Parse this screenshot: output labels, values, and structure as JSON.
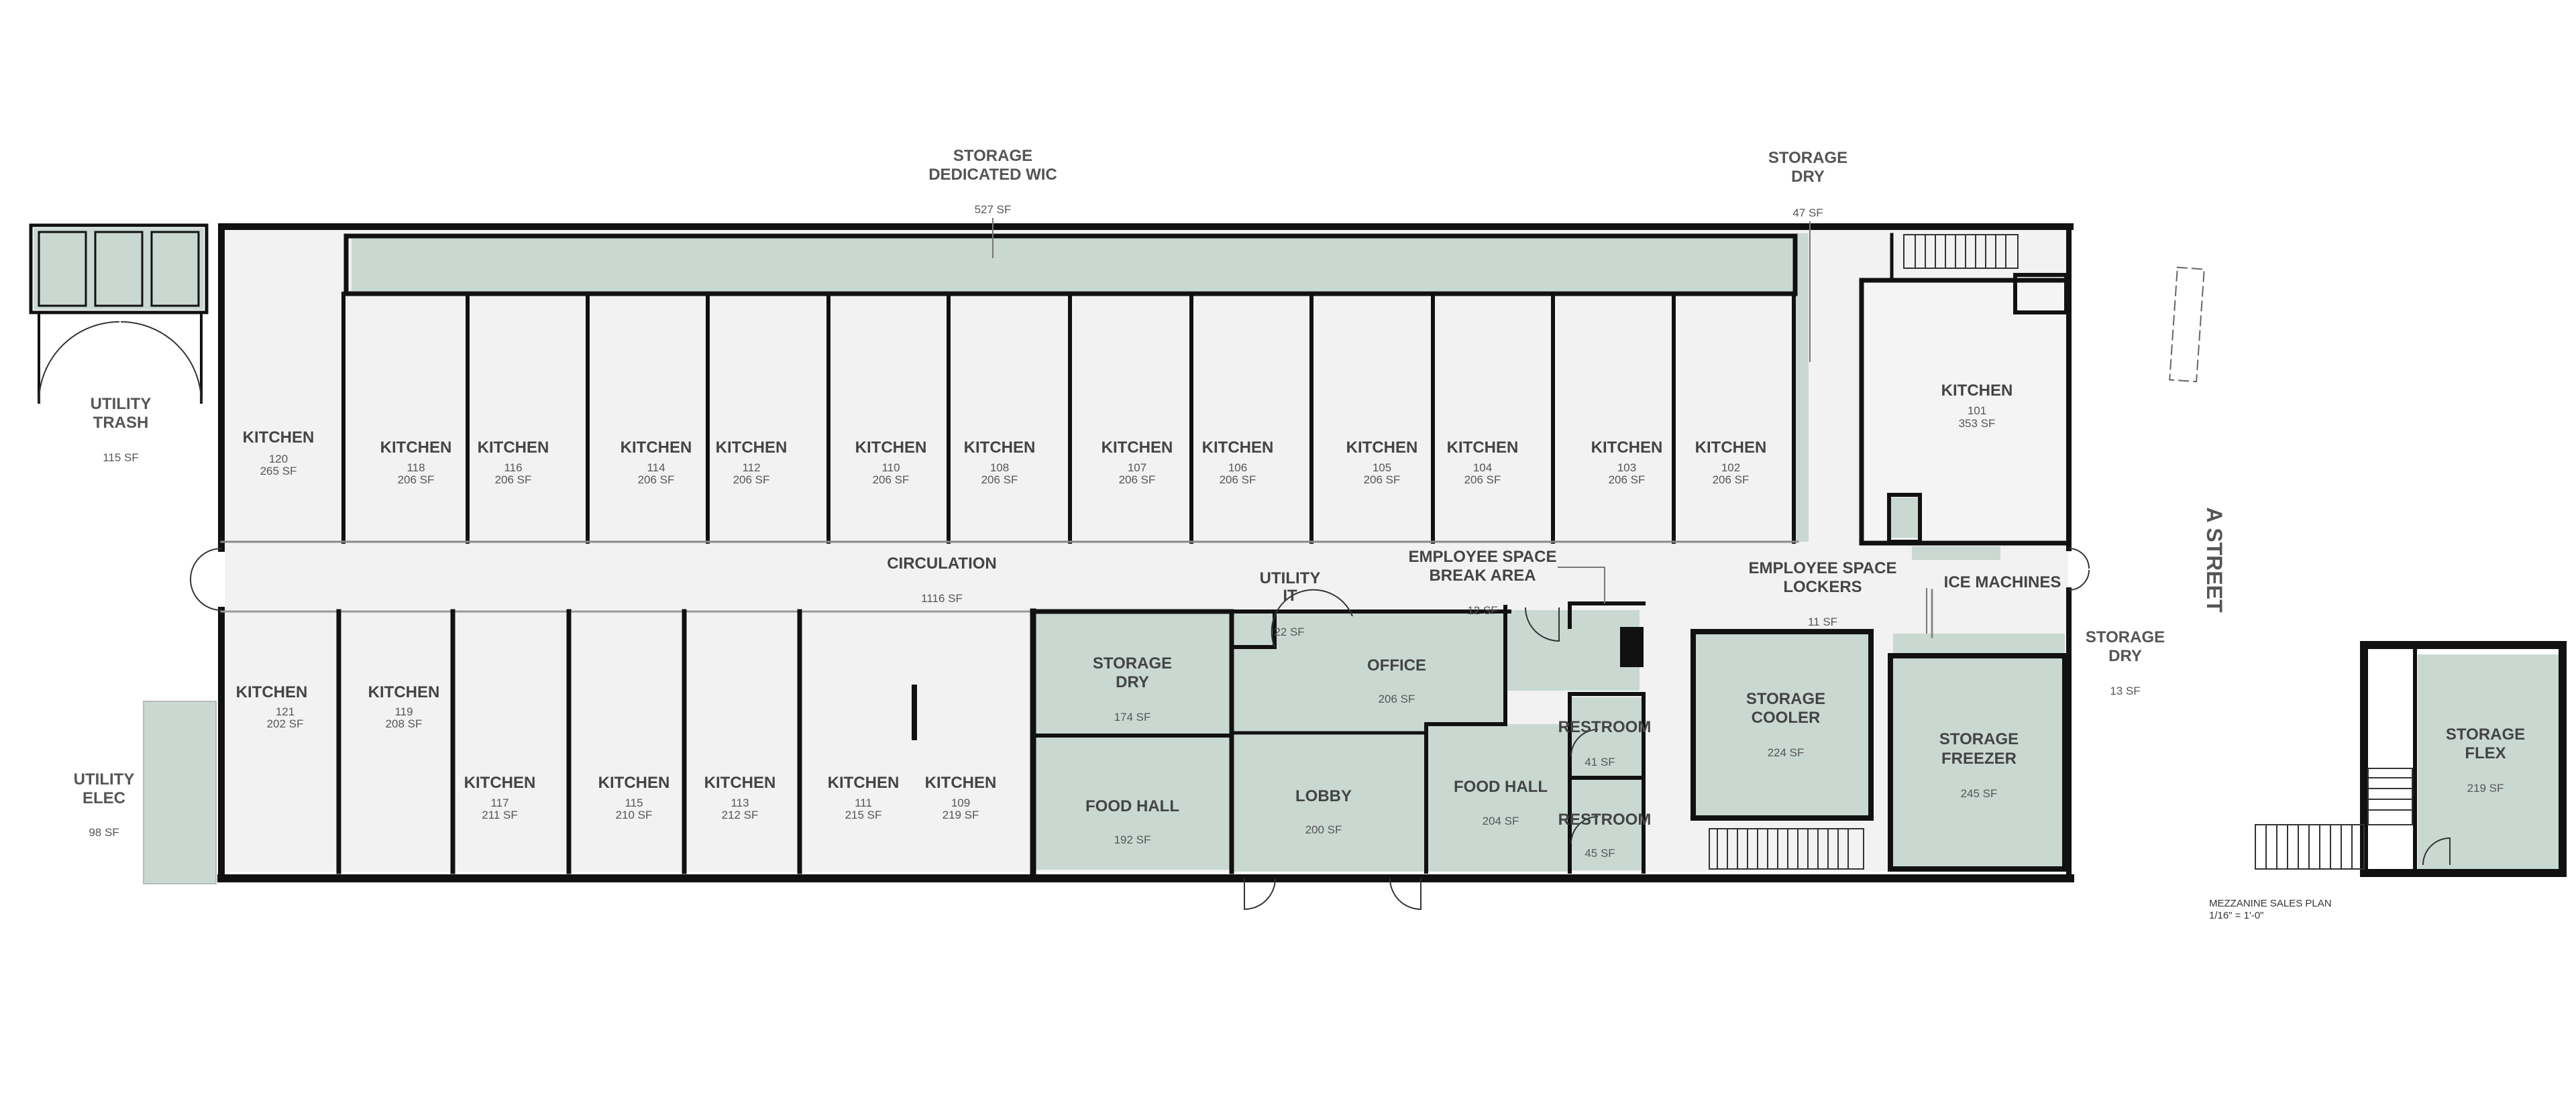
{
  "colors": {
    "wall": "#111111",
    "shaded": "#c9d9d2",
    "open": "#f1f2f1",
    "text": "#444444"
  },
  "street_label": "A STREET",
  "mezzanine": {
    "title": "MEZZANINE SALES PLAN",
    "scale": "1/16\" = 1'-0\""
  },
  "exterior": {
    "storage_wic": {
      "name": "STORAGE",
      "sub": "DEDICATED WIC",
      "area": "527 SF"
    },
    "storage_dry_top": {
      "name": "STORAGE",
      "sub": "DRY",
      "area": "47 SF"
    },
    "utility_trash": {
      "name": "UTILITY",
      "sub": "TRASH",
      "area": "115 SF"
    },
    "utility_elec": {
      "name": "UTILITY",
      "sub": "ELEC",
      "area": "98 SF"
    },
    "storage_dry_right": {
      "name": "STORAGE",
      "sub": "DRY",
      "area": "13 SF"
    }
  },
  "rooms": {
    "k120": {
      "name": "KITCHEN",
      "num": "120",
      "area": "265 SF"
    },
    "k118": {
      "name": "KITCHEN",
      "num": "118",
      "area": "206 SF"
    },
    "k116": {
      "name": "KITCHEN",
      "num": "116",
      "area": "206 SF"
    },
    "k114": {
      "name": "KITCHEN",
      "num": "114",
      "area": "206 SF"
    },
    "k112": {
      "name": "KITCHEN",
      "num": "112",
      "area": "206 SF"
    },
    "k110": {
      "name": "KITCHEN",
      "num": "110",
      "area": "206 SF"
    },
    "k108": {
      "name": "KITCHEN",
      "num": "108",
      "area": "206 SF"
    },
    "k107": {
      "name": "KITCHEN",
      "num": "107",
      "area": "206 SF"
    },
    "k106": {
      "name": "KITCHEN",
      "num": "106",
      "area": "206 SF"
    },
    "k105": {
      "name": "KITCHEN",
      "num": "105",
      "area": "206 SF"
    },
    "k104": {
      "name": "KITCHEN",
      "num": "104",
      "area": "206 SF"
    },
    "k103": {
      "name": "KITCHEN",
      "num": "103",
      "area": "206 SF"
    },
    "k102": {
      "name": "KITCHEN",
      "num": "102",
      "area": "206 SF"
    },
    "k101": {
      "name": "KITCHEN",
      "num": "101",
      "area": "353 SF"
    },
    "k121": {
      "name": "KITCHEN",
      "num": "121",
      "area": "202 SF"
    },
    "k119": {
      "name": "KITCHEN",
      "num": "119",
      "area": "208 SF"
    },
    "k117": {
      "name": "KITCHEN",
      "num": "117",
      "area": "211 SF"
    },
    "k115": {
      "name": "KITCHEN",
      "num": "115",
      "area": "210 SF"
    },
    "k113": {
      "name": "KITCHEN",
      "num": "113",
      "area": "212 SF"
    },
    "k111": {
      "name": "KITCHEN",
      "num": "111",
      "area": "215 SF"
    },
    "k109": {
      "name": "KITCHEN",
      "num": "109",
      "area": "219 SF"
    },
    "circulation": {
      "name": "CIRCULATION",
      "area": "1116 SF"
    },
    "utility_it": {
      "name": "UTILITY",
      "sub": "IT",
      "area": "22 SF"
    },
    "emp_break": {
      "name": "EMPLOYEE SPACE",
      "sub": "BREAK AREA",
      "area": "12 SF"
    },
    "emp_lockers": {
      "name": "EMPLOYEE SPACE",
      "sub": "LOCKERS",
      "area": "11 SF"
    },
    "ice": {
      "name": "ICE MACHINES"
    },
    "storage_dry_174": {
      "name": "STORAGE",
      "sub": "DRY",
      "area": "174 SF"
    },
    "food_hall_192": {
      "name": "FOOD HALL",
      "area": "192 SF"
    },
    "office": {
      "name": "OFFICE",
      "area": "206 SF"
    },
    "lobby": {
      "name": "LOBBY",
      "area": "200 SF"
    },
    "food_hall_204": {
      "name": "FOOD HALL",
      "area": "204 SF"
    },
    "restroom_41": {
      "name": "RESTROOM",
      "area": "41 SF"
    },
    "restroom_45": {
      "name": "RESTROOM",
      "area": "45 SF"
    },
    "cooler": {
      "name": "STORAGE",
      "sub": "COOLER",
      "area": "224 SF"
    },
    "freezer": {
      "name": "STORAGE",
      "sub": "FREEZER",
      "area": "245 SF"
    },
    "flex": {
      "name": "STORAGE",
      "sub": "FLEX",
      "area": "219 SF"
    }
  }
}
